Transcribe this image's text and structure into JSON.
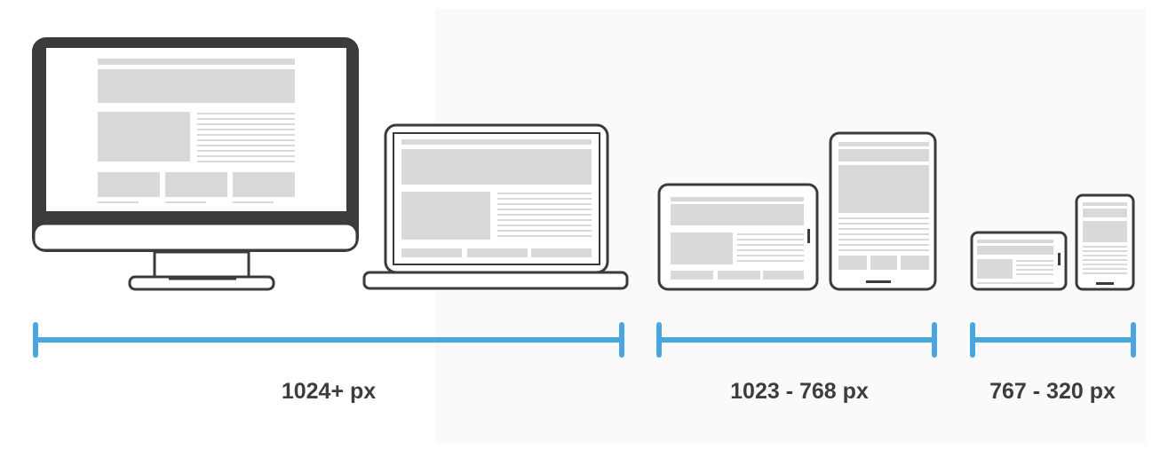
{
  "colors": {
    "device_outline": "#3a3a3a",
    "screen_frame": "#3b3b3b",
    "placeholder": "#d9d9d9",
    "bracket": "#49a6e0",
    "label": "#3d3d3d",
    "background": "#ffffff"
  },
  "ranges": [
    {
      "label": "1024+ px"
    },
    {
      "label": "1023 - 768 px"
    },
    {
      "label": "767 - 320 px"
    }
  ],
  "devices": [
    {
      "name": "desktop-monitor",
      "range": 0
    },
    {
      "name": "laptop",
      "range": 0
    },
    {
      "name": "tablet-landscape",
      "range": 1
    },
    {
      "name": "tablet-portrait",
      "range": 1
    },
    {
      "name": "phone-landscape",
      "range": 2
    },
    {
      "name": "phone-portrait",
      "range": 2
    }
  ]
}
